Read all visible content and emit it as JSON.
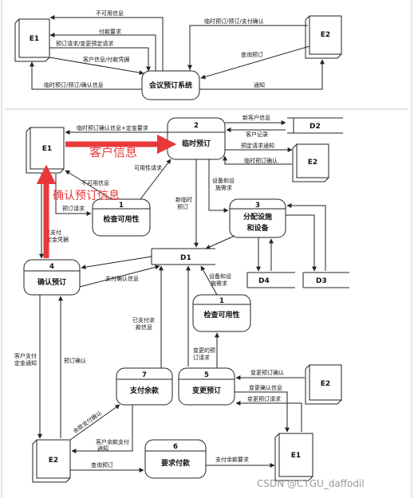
{
  "top": {
    "e1": "E1",
    "e2": "E2",
    "system": "会议预订系统",
    "flows": {
      "unavailable": "不可用信息",
      "payment_request": "付款要求",
      "booking_request": "预订请求/变更预定请求",
      "customer_payment": "客户信息/付款凭据",
      "temp_confirm": "临时预订/预订/确认信息",
      "temp_pay_confirm": "临时预订/预订/支付确认",
      "query": "查询预订",
      "notify": "通知"
    }
  },
  "detail": {
    "entities": {
      "e1_top": "E1",
      "e2_right": "E2",
      "d2": "D2",
      "d1": "D1",
      "d4": "D4",
      "d3": "D3",
      "e2_bottom_right": "E2",
      "e2_bottom_left": "E2",
      "e1_bottom": "E1"
    },
    "processes": {
      "p2": {
        "num": "2",
        "name": "临时预订"
      },
      "p1a": {
        "num": "1",
        "name": "检查可用性"
      },
      "p3": {
        "num": "3",
        "name": "分配设施",
        "name2": "和设备"
      },
      "p4": {
        "num": "4",
        "name": "确认预订"
      },
      "p1b": {
        "num": "1",
        "name": "检查可用性"
      },
      "p7": {
        "num": "7",
        "name": "支付余款"
      },
      "p5": {
        "num": "5",
        "name": "变更预订"
      },
      "p6": {
        "num": "6",
        "name": "要求付款"
      }
    },
    "flows": {
      "temp_confirm_deposit": "临时预订确认信息+定金要求",
      "new_customer": "新客户信息",
      "customer_record": "客户记录",
      "reserve_notice": "预定请求通知",
      "temp_confirm": "临时预订确认",
      "avail_request": "可用性请求",
      "unavailable": "不可用信息",
      "booking_request": "预订请求",
      "new_temp_1": "新临时",
      "new_temp_2": "预订",
      "equip_req_1a": "设备和设",
      "equip_req_1b": "施需求",
      "paid_deposit_1": "已支付",
      "paid_deposit_2": "定金凭据",
      "pay_confirm": "支付确认信息",
      "equip_req_2a": "设备和设",
      "equip_req_2b": "施需求",
      "balance_paid_1": "已支付余",
      "balance_paid_2": "款信息",
      "changed_req_1": "变更的预",
      "changed_req_2": "订请求",
      "customer_deposit_1": "客户支付",
      "customer_deposit_2": "定金通知",
      "booking_confirm": "预订确认",
      "balance_confirm": "余款支付确认",
      "balance_notice_1": "客户余款支付",
      "balance_notice_2": "通知",
      "query_booking": "查询预订",
      "pay_balance_req": "支付余款要求",
      "change_confirm": "变更预订确认",
      "change_confirm_info": "变更确认信息",
      "change_request": "变更预订请求"
    },
    "annotations": {
      "customer_info": "客户信息",
      "confirm_info": "确认预订信息"
    }
  },
  "watermark": "CSDN @CTGU_daffodil"
}
